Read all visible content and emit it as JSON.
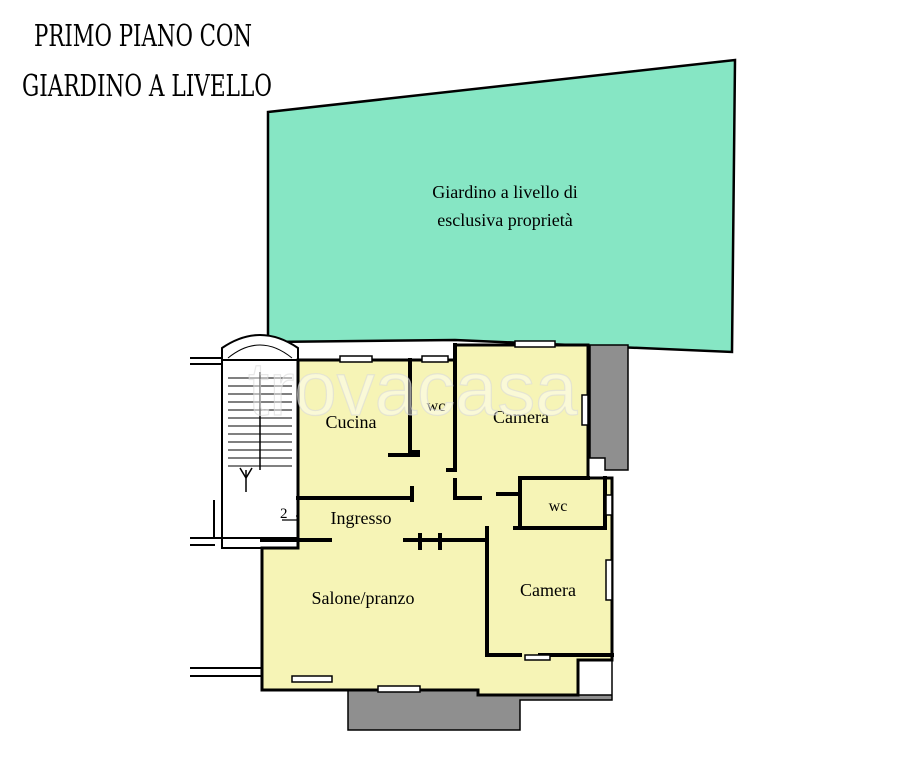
{
  "title": {
    "line1": "PRIMO PIANO CON",
    "line2": "GIARDINO A LIVELLO"
  },
  "garden": {
    "line1": "Giardino a livello di",
    "line2": "esclusiva proprietà",
    "color": "#86e6c4"
  },
  "rooms": {
    "cucina": "Cucina",
    "wc1": "wc",
    "camera1": "Camera",
    "wc2": "wc",
    "ingresso": "Ingresso",
    "salone": "Salone/pranzo",
    "camera2": "Camera",
    "floor_color": "#f6f4b6"
  },
  "stairs": {
    "number": "2"
  },
  "watermark": "trovacasa"
}
